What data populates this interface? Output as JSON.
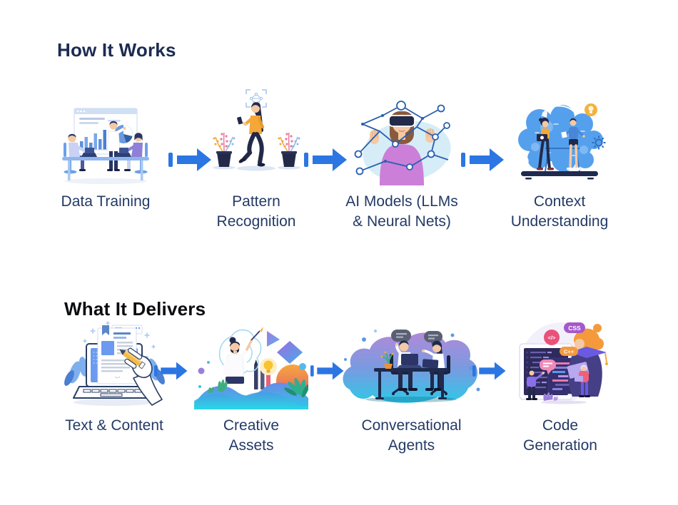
{
  "page": {
    "background": "#ffffff"
  },
  "colors": {
    "arrow": "#2b76e3",
    "heading-primary": "#1c2b52",
    "heading-secondary": "#0b0c10",
    "label": "#233a66"
  },
  "sections": [
    {
      "heading": "How It Works",
      "steps": [
        {
          "label": "Data Training",
          "lines": [
            "Data Training",
            ""
          ],
          "illustration": "team-presenting-data-charts"
        },
        {
          "label": "Pattern Recognition",
          "lines": [
            "Pattern",
            "Recognition"
          ],
          "illustration": "woman-walking-phone-scan-frame"
        },
        {
          "label": "AI Models (LLMs & Neural Nets)",
          "lines": [
            "AI Models (LLMs",
            "& Neural Nets)"
          ],
          "illustration": "vr-headset-neural-network"
        },
        {
          "label": "Context Understanding",
          "lines": [
            "Context",
            "Understanding"
          ],
          "illustration": "two-people-idea-exchange"
        }
      ]
    },
    {
      "heading": "What It Delivers",
      "steps": [
        {
          "label": "Text & Content",
          "lines": [
            "Text & Content",
            ""
          ],
          "illustration": "hand-writing-document-on-laptop"
        },
        {
          "label": "Creative Assets",
          "lines": [
            "Creative",
            "Assets"
          ],
          "illustration": "artist-painting-shapes-landscape"
        },
        {
          "label": "Conversational Agents",
          "lines": [
            "Conversational",
            "Agents"
          ],
          "illustration": "two-people-chatting-at-desk"
        },
        {
          "label": "Code Generation",
          "lines": [
            "Code",
            "Generation"
          ],
          "illustration": "developers-at-code-screen"
        }
      ]
    }
  ],
  "badges": {
    "css": "CSS",
    "code_tag": "</>",
    "cpp": "C++"
  }
}
